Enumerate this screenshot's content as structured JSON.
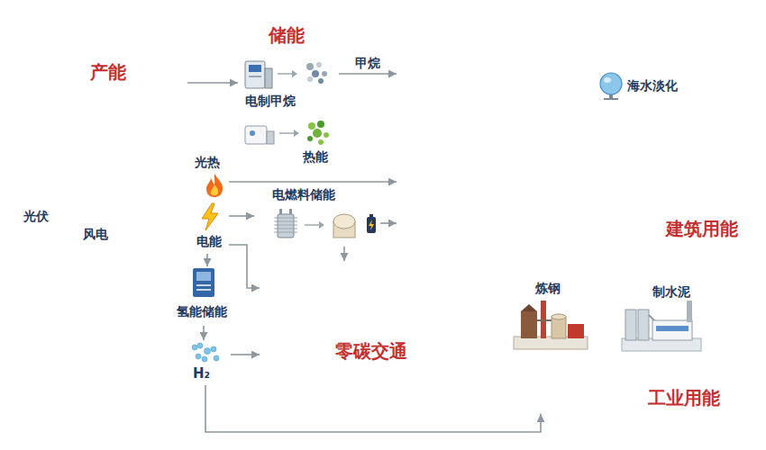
{
  "diagram": {
    "nodes": [
      {
        "text": [
          "产能"
        ]
      },
      {
        "text": [
          "光热"
        ]
      },
      {
        "text": [
          "电能"
        ]
      },
      {
        "text": [
          "储能"
        ]
      },
      {
        "text": [
          "电制甲烷"
        ],
        "in": 3
      },
      {
        "text": [
          "热能"
        ],
        "in": 3
      },
      {
        "text": [
          "电燃料储能"
        ],
        "in": 3
      },
      {
        "text": [
          "氢能储能"
        ]
      },
      {
        "text": [
          "H₂"
        ]
      },
      {
        "text": [
          "建筑用能"
        ]
      },
      {
        "text": [
          "海水淡化"
        ],
        "in": 9
      },
      {
        "text": [
          "零碳交通"
        ]
      },
      {
        "text": [
          "工业用能"
        ]
      },
      {
        "text": [
          "炼钢"
        ],
        "in": 12
      },
      {
        "text": [
          "制水泥"
        ],
        "in": 12
      }
    ],
    "edges": [
      {
        "from": 0,
        "to": 4,
        "arrow": "to"
      },
      {
        "from": 4,
        "to": 9,
        "label": "甲烷",
        "arrow": "to"
      },
      {
        "from": 1,
        "to": 9,
        "arrow": "to"
      },
      {
        "from": 2,
        "to": 6,
        "arrow": "to"
      },
      {
        "from": 6,
        "to": 9,
        "arrow": "to"
      },
      {
        "from": 2,
        "to": 11,
        "arrow": "to"
      },
      {
        "from": 2,
        "to": 7,
        "arrow": "to"
      },
      {
        "from": 7,
        "to": 8,
        "arrow": "to"
      },
      {
        "from": 8,
        "to": 11,
        "arrow": "to"
      },
      {
        "from": 8,
        "to": 12,
        "arrow": "to"
      },
      {
        "from": 6,
        "to": 11,
        "arrow": "to"
      }
    ],
    "labels": [
      "光伏",
      "风电"
    ]
  }
}
